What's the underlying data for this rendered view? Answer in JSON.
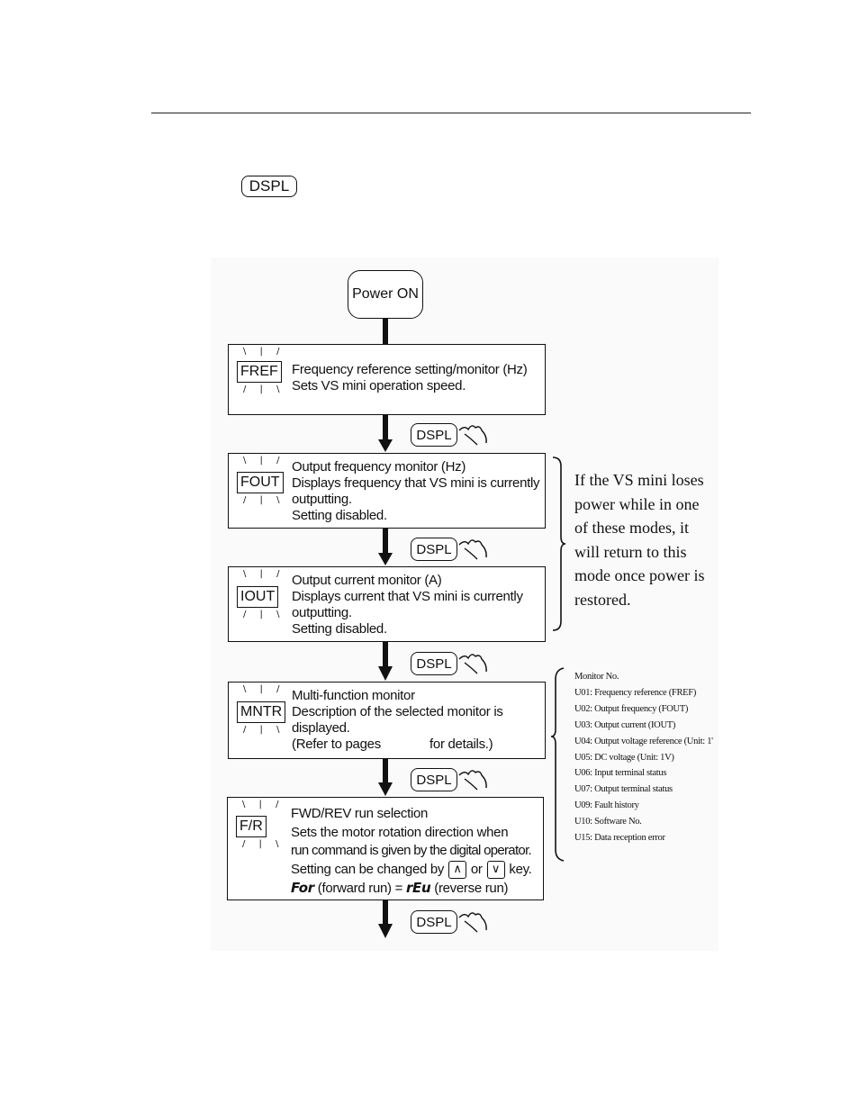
{
  "header_key": "DSPL",
  "start": "Power ON",
  "modes": [
    {
      "key": "FREF",
      "lines": [
        "Frequency reference setting/monitor (Hz)",
        "Sets VS mini operation speed."
      ]
    },
    {
      "key": "FOUT",
      "lines": [
        "Output frequency monitor (Hz)",
        "Displays frequency that VS mini is currently",
        "outputting.",
        "Setting disabled."
      ]
    },
    {
      "key": "IOUT",
      "lines": [
        "Output current monitor (A)",
        "Displays current that VS mini is currently",
        "outputting.",
        "Setting disabled."
      ]
    },
    {
      "key": "MNTR",
      "lines": [
        "Multi-function monitor",
        "Description of the selected monitor is",
        "displayed.",
        "(Refer to pages              for details.)"
      ]
    },
    {
      "key": "F/R",
      "lines": [
        "FWD/REV run selection",
        "Sets the motor rotation direction when",
        "run command is given by the digital operator.",
        "Setting can be changed by",
        "or",
        "key.",
        "(forward run) =",
        "(reverse run)"
      ],
      "keys": [
        "∧",
        "∨"
      ],
      "segments": [
        "For",
        "rEu"
      ]
    }
  ],
  "dspl_label": "DSPL",
  "power_note": [
    "If the VS mini loses",
    "power while in one",
    "of these modes, it",
    "will return to this",
    "mode once power is",
    "restored."
  ],
  "monitor_list": [
    "Monitor No.",
    "U01: Frequency reference (FREF)",
    "U02: Output frequency (FOUT)",
    "U03: Output current (IOUT)",
    "U04: Output voltage reference (Unit: 1'",
    "U05: DC voltage (Unit: 1V)",
    "U06: Input terminal status",
    "U07: Output terminal status",
    "U09: Fault history",
    "U10: Software No.",
    "U15: Data reception error"
  ]
}
